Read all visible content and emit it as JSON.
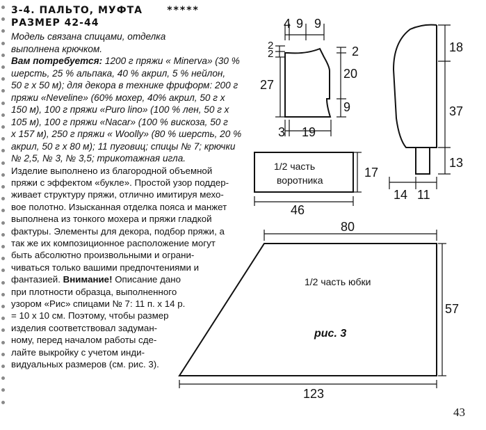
{
  "header": {
    "title": "3-4. ПАЛЬТО, МУФТА",
    "stars": "*****",
    "size_line": "РАЗМЕР 42-44"
  },
  "intro": {
    "lines": [
      "Модель связана спицами, отделка",
      "выполнена крючком."
    ]
  },
  "materials": {
    "label": "Вам потребуется:",
    "first_line": " 1200 г пряжи « Minerva» (30 %",
    "lines": [
      "шерсть, 25 % альпака, 40 % акрил, 5 % нейлон,",
      "50 г х 50 м); для декора в технике фриформ: 200 г",
      "пряжи «Neveline» (60% мохер, 40% акрил, 50 г х",
      "150 м), 100 г пряжи «Puro lino» (100 % лен, 50 г х",
      "105 м), 100 г пряжи «Nacar» (100 % вискоза, 50 г",
      "х 157 м), 250 г пряжи « Woolly» (80 % шерсть, 20 %",
      "акрил, 50 г х 80 м); 11 пуговиц; спицы № 7; крючки",
      "№ 2,5, № 3, № 3,5; трикотажная игла."
    ]
  },
  "description": {
    "lines_before": [
      "Изделие выполнено из благородной объемной",
      "пряжи с эффектом «букле». Простой узор поддер-",
      "живает структуру пряжи, отлично имитируя мехо-",
      "вое полотно. Изысканная отделка пояса и манжет",
      "выполнена из тонкого мохера и пряжи гладкой",
      "фактуры. Элементы для декора, подбор пряжи, а",
      "так же их композиционное расположение могут",
      "быть абсолютно произвольными и ограни-",
      "чиваться только вашими предпочтениями и"
    ],
    "warning_line_start": "фантазией. ",
    "warning_label": "Внимание!",
    "warning_line_end": " Описание дано",
    "lines_after": [
      "при плотности образца, выполненного",
      "узором «Рис» спицами № 7: 11 п. х 14 р.",
      "= 10 х 10 см. Поэтому, чтобы размер",
      "изделия соответствовал задуман-",
      "ному, перед началом работы сде-",
      "лайте выкройку с учетом инди-",
      "видуальных размеров (см. рис. 3)."
    ]
  },
  "back_pattern": {
    "top_dims": [
      "4",
      "9",
      "9"
    ],
    "left_small": [
      "2",
      "2"
    ],
    "right_dims": [
      "2",
      "20",
      "9"
    ],
    "height_left": "27",
    "bottom_dims": [
      "3",
      "19"
    ]
  },
  "sleeve_pattern": {
    "right_dims": [
      "18",
      "37",
      "13"
    ],
    "bottom_dims": [
      "14",
      "11"
    ]
  },
  "collar": {
    "label_lines": [
      "1/2 часть",
      "воротника"
    ],
    "height": "17",
    "width": "46"
  },
  "skirt": {
    "label": "1/2 часть юбки",
    "top": "80",
    "height": "57",
    "bottom": "123"
  },
  "figure_label": "рис. 3",
  "page_number": "43"
}
